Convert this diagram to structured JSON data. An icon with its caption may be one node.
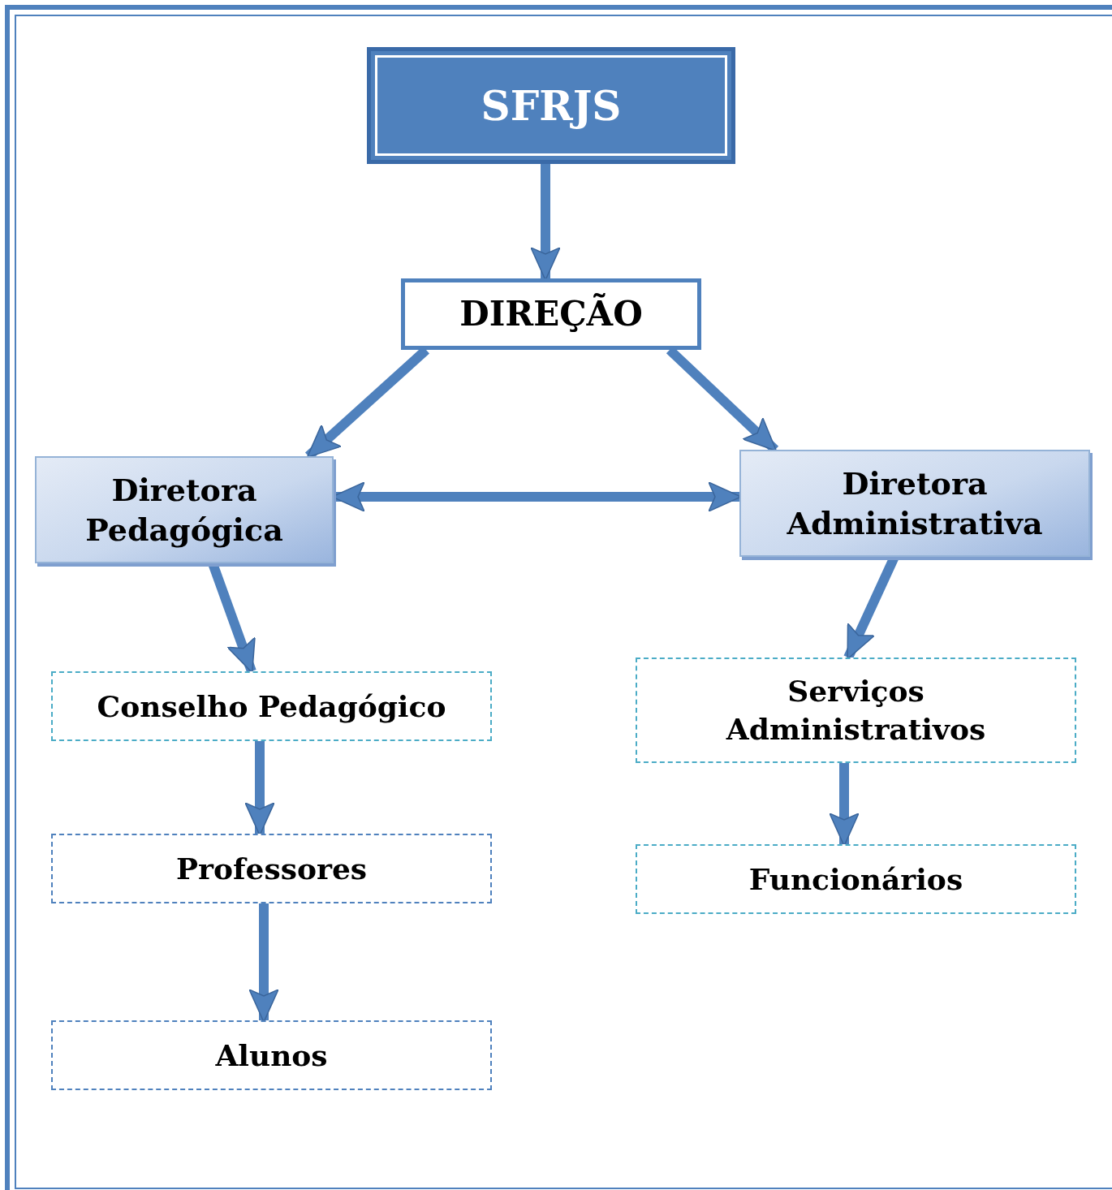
{
  "diagram": {
    "nodes": [
      {
        "text": [
          "SFRJS"
        ]
      },
      {
        "text": [
          "DIREÇÃO"
        ]
      },
      {
        "text": [
          "Diretora Pedagógica"
        ]
      },
      {
        "text": [
          "Diretora Administrativa"
        ]
      },
      {
        "text": [
          "Conselho Pedagógico"
        ]
      },
      {
        "text": [
          "Professores"
        ]
      },
      {
        "text": [
          "Alunos"
        ]
      },
      {
        "text": [
          "Serviços Administrativos"
        ]
      },
      {
        "text": [
          "Funcionários"
        ]
      }
    ],
    "edges": [
      {
        "from": 0,
        "to": 1,
        "arrow": "to"
      },
      {
        "from": 1,
        "to": 2,
        "arrow": "to"
      },
      {
        "from": 1,
        "to": 3,
        "arrow": "to"
      },
      {
        "from": 2,
        "to": 3,
        "arrow": "both"
      },
      {
        "from": 2,
        "to": 4,
        "arrow": "to"
      },
      {
        "from": 4,
        "to": 5,
        "arrow": "to"
      },
      {
        "from": 5,
        "to": 6,
        "arrow": "to"
      },
      {
        "from": 3,
        "to": 7,
        "arrow": "to"
      },
      {
        "from": 7,
        "to": 8,
        "arrow": "to"
      }
    ]
  }
}
